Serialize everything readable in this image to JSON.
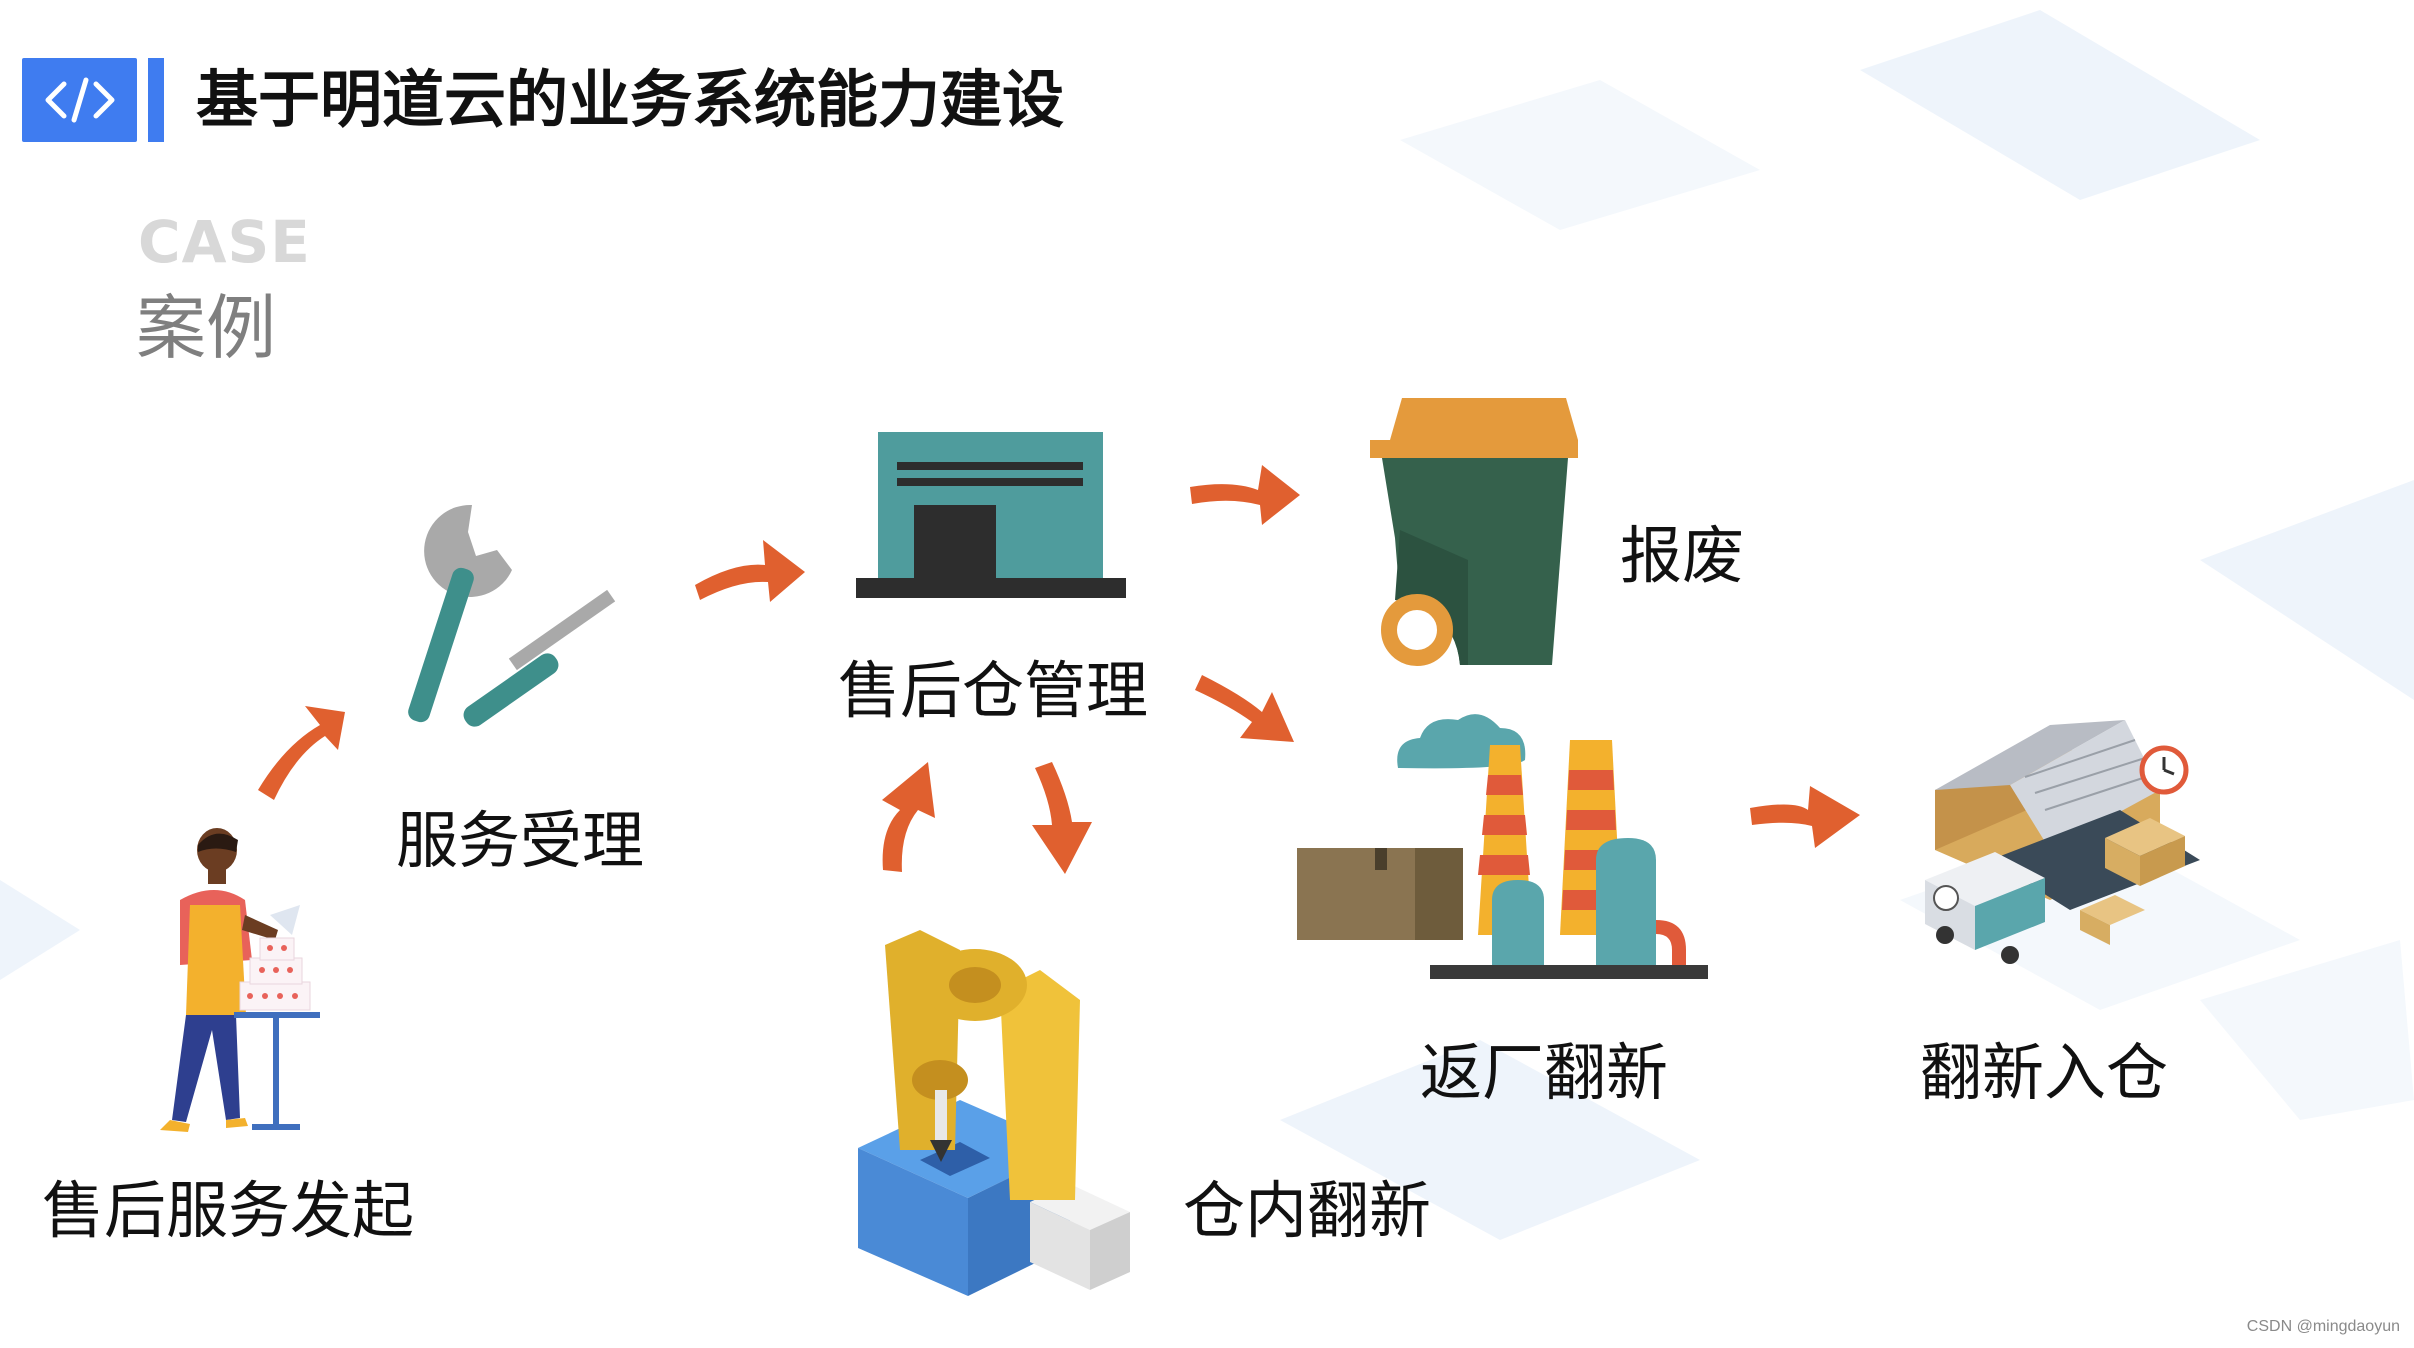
{
  "header": {
    "icon": "code-icon",
    "title": "基于明道云的业务系统能力建设",
    "accent_color": "#3f7cf0"
  },
  "case": {
    "en": "CASE",
    "zh": "案例"
  },
  "flow": {
    "arrow_color": "#e0602f",
    "steps": {
      "start": "售后服务发起",
      "accept": "服务受理",
      "warehouse": "售后仓管理",
      "scrap": "报废",
      "factory": "返厂翻新",
      "inbound": "翻新入仓",
      "inplace": "仓内翻新"
    }
  },
  "watermark": "CSDN @mingdaoyun"
}
